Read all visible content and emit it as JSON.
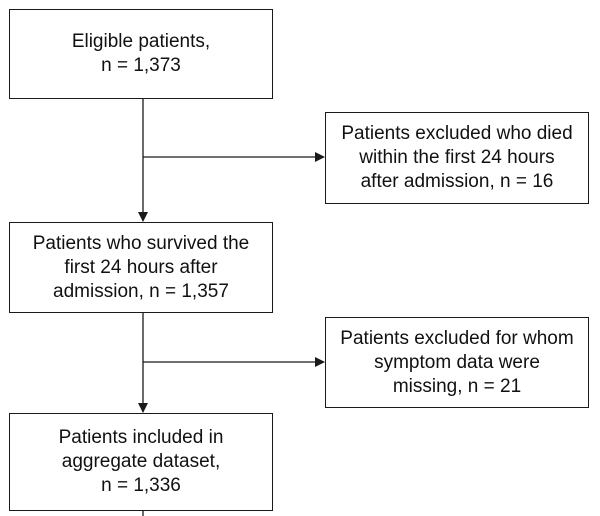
{
  "flowchart": {
    "eligible": {
      "lines": [
        "Eligible patients,",
        "n = 1,373"
      ]
    },
    "excluded_died": {
      "lines": [
        "Patients excluded who died",
        "within the first 24 hours",
        "after admission, n = 16"
      ]
    },
    "survived": {
      "lines": [
        "Patients who survived the",
        "first 24 hours after",
        "admission, n = 1,357"
      ]
    },
    "excluded_missing": {
      "lines": [
        "Patients excluded for whom",
        "symptom data were",
        "missing, n = 21"
      ]
    },
    "included": {
      "lines": [
        "Patients included in",
        "aggregate dataset,",
        "n = 1,336"
      ]
    }
  },
  "style": {
    "line_color": "#1a1a1a",
    "box_border_color": "#1a1a1a",
    "background": "#ffffff"
  }
}
